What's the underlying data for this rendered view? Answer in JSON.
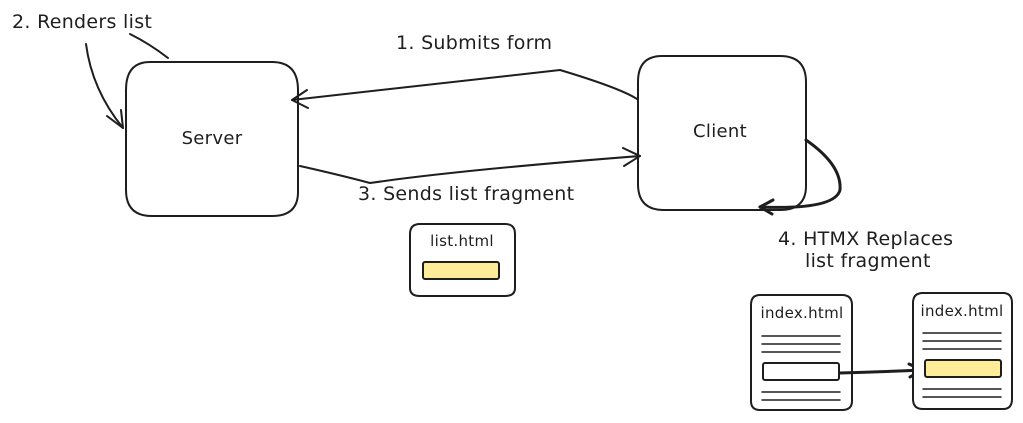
{
  "nodes": {
    "server": {
      "label": "Server"
    },
    "client": {
      "label": "Client"
    }
  },
  "steps": {
    "step1": "1. Submits form",
    "step2": "2. Renders list",
    "step3": "3. Sends list fragment",
    "step4_line1": "4. HTMX Replaces",
    "step4_line2": "list fragment"
  },
  "files": {
    "fragment_file": "list.html",
    "page_before": "index.html",
    "page_after": "index.html"
  },
  "colors": {
    "fragment_fill": "#ffec99",
    "ink": "#1e1e1e"
  }
}
